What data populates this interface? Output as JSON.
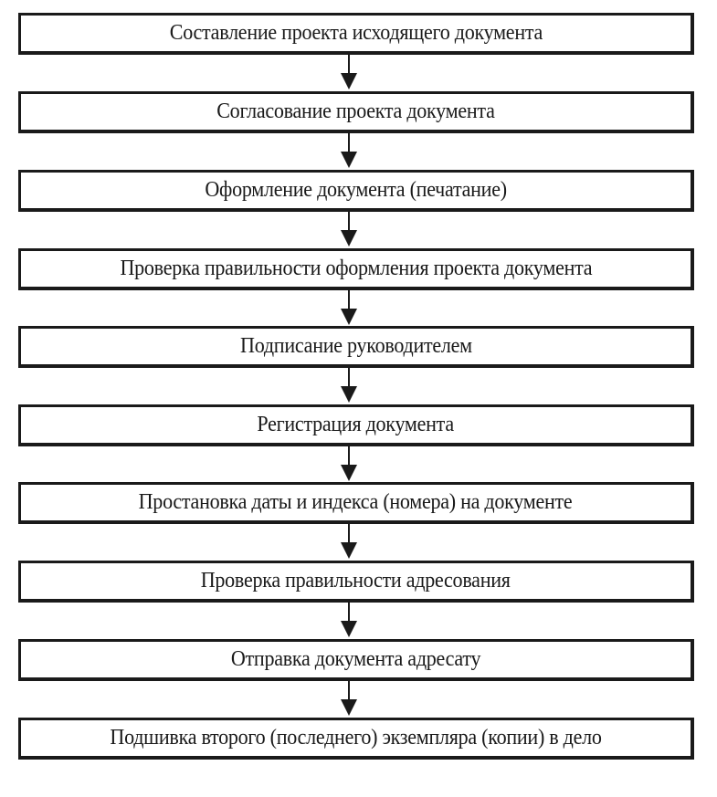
{
  "diagram": {
    "steps": [
      {
        "label": "Составление проекта исходящего документа"
      },
      {
        "label": "Согласование проекта документа"
      },
      {
        "label": "Оформление документа (печатание)"
      },
      {
        "label": "Проверка правильности оформления проекта документа"
      },
      {
        "label": "Подписание руководителем"
      },
      {
        "label": "Регистрация документа"
      },
      {
        "label": "Простановка даты и индекса (номера) на документе"
      },
      {
        "label": "Проверка правильности адресования"
      },
      {
        "label": "Отправка документа адресату"
      },
      {
        "label": "Подшивка второго (последнего) экземпляра (копии) в дело"
      }
    ],
    "colors": {
      "stroke": "#1a1a1a",
      "background": "#ffffff"
    }
  }
}
